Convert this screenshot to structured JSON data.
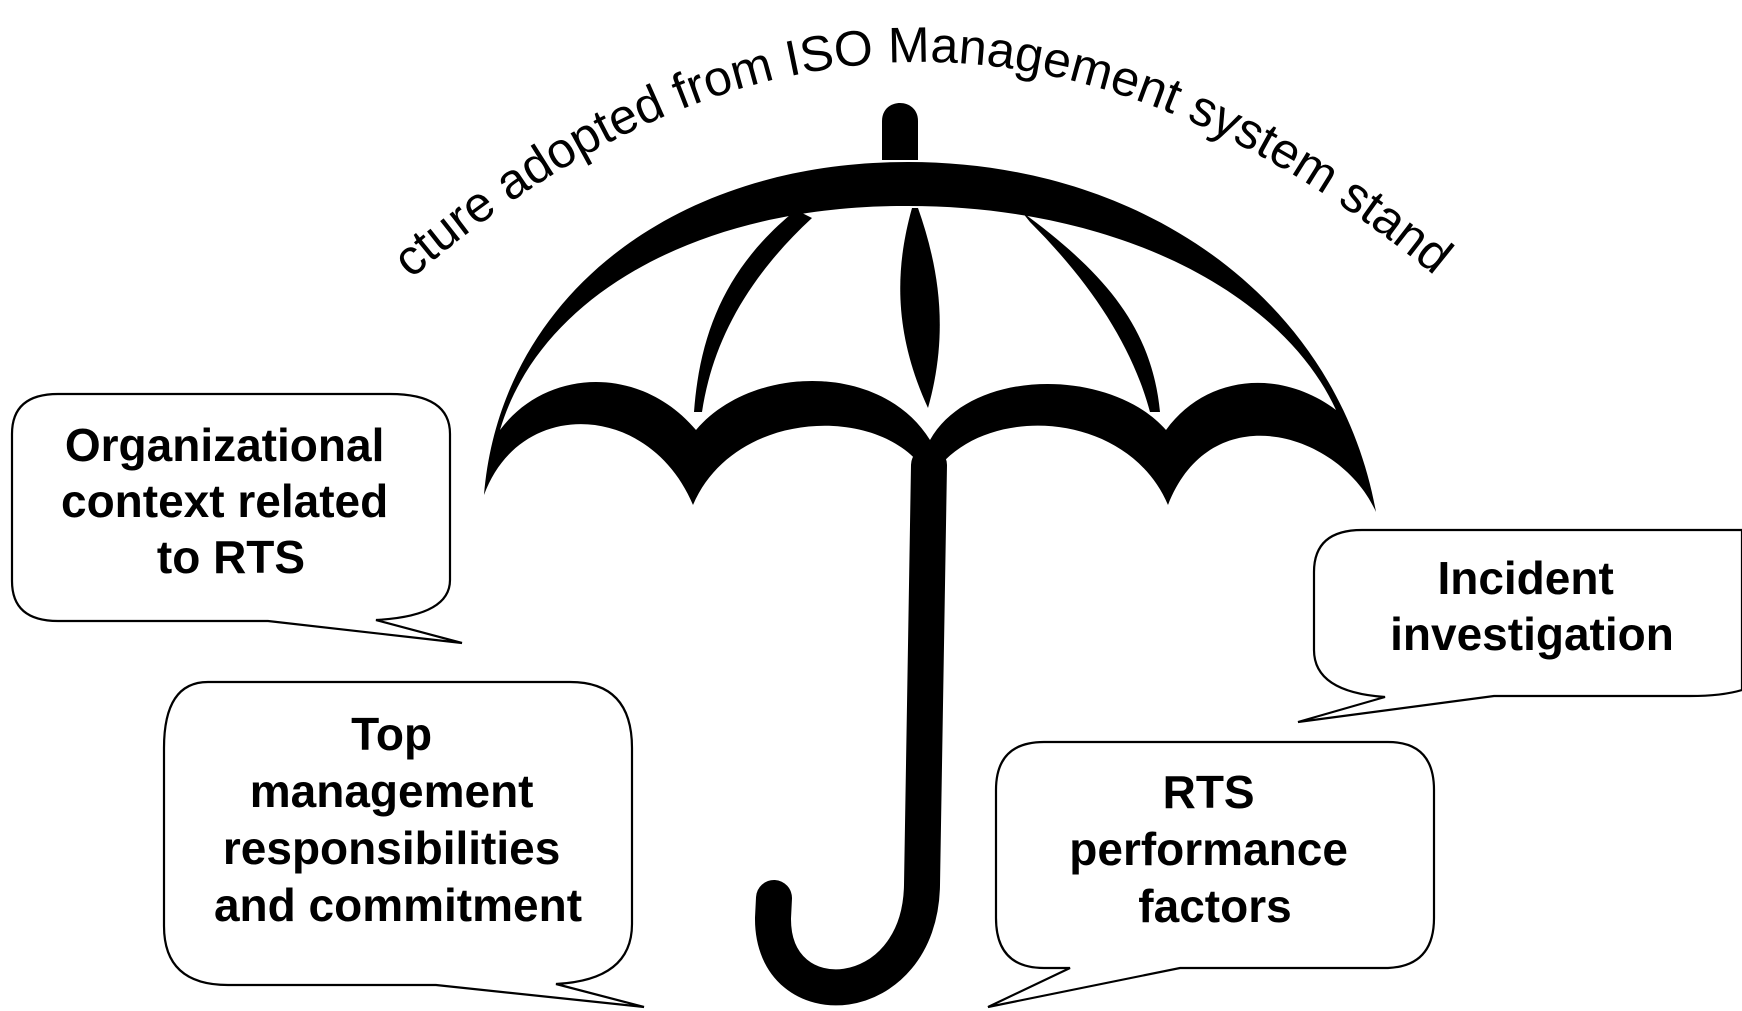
{
  "diagram": {
    "title": "Structure adopted from ISO Management system standards",
    "bubbles": [
      {
        "id": "context",
        "lines": [
          "Organizational",
          "context related",
          "to RTS"
        ]
      },
      {
        "id": "top-management",
        "lines": [
          "Top",
          "management",
          "responsibilities",
          "and commitment"
        ]
      },
      {
        "id": "incident",
        "lines": [
          "Incident",
          "investigation"
        ]
      },
      {
        "id": "performance",
        "lines": [
          "RTS",
          "performance",
          "factors"
        ]
      }
    ],
    "colors": {
      "ink": "#000000",
      "background": "#ffffff"
    },
    "icon": "umbrella-icon"
  }
}
